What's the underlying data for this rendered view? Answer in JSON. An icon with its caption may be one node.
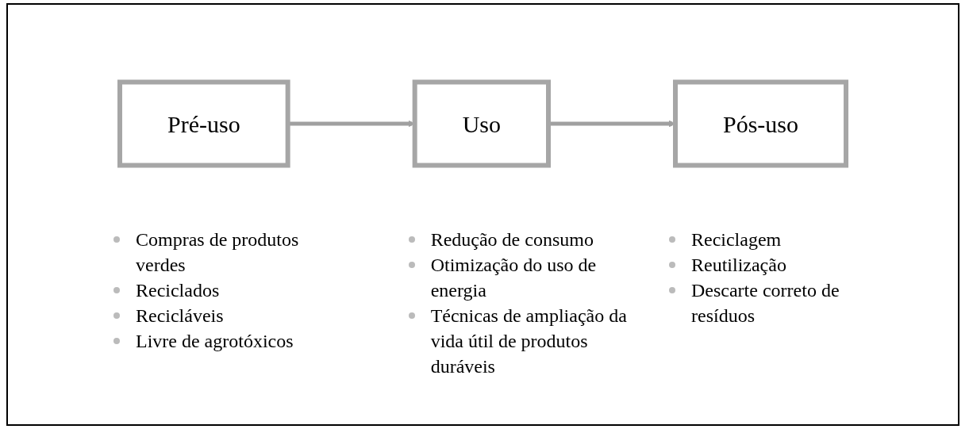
{
  "diagram": {
    "nodes": [
      {
        "text": [
          "Pré-uso"
        ],
        "beside": [
          "Compras de produtos verdes",
          "Reciclados",
          "Recicláveis",
          "Livre de agrotóxicos"
        ]
      },
      {
        "text": [
          "Uso"
        ],
        "beside": [
          "Redução de consumo",
          "Otimização do uso de energia",
          "Técnicas de ampliação da vida útil de produtos duráveis"
        ]
      },
      {
        "text": [
          "Pós-uso"
        ],
        "beside": [
          "Reciclagem",
          "Reutilização",
          "Descarte correto de resíduos"
        ]
      }
    ],
    "edges": [
      {
        "from": 0,
        "to": 1,
        "arrow": "to"
      },
      {
        "from": 1,
        "to": 2,
        "arrow": "to"
      }
    ]
  }
}
